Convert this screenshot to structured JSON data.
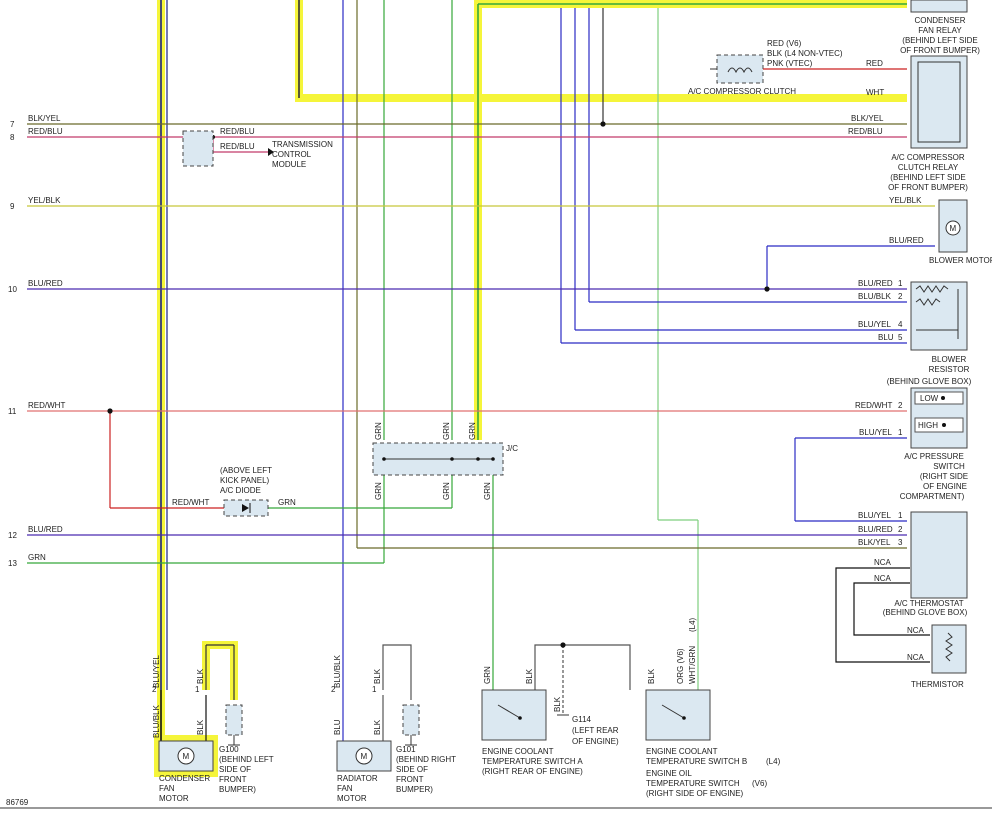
{
  "figure_id": "86769",
  "row_numbers": [
    "7",
    "8",
    "9",
    "10",
    "11",
    "12",
    "13"
  ],
  "left_wires": {
    "r7": "BLK/YEL",
    "r8": "RED/BLU",
    "r9": "YEL/BLK",
    "r10": "BLU/RED",
    "r11": "RED/WHT",
    "r12": "BLU/RED",
    "r13": "GRN"
  },
  "components": {
    "condenser_fan_relay": [
      "CONDENSER",
      "FAN RELAY",
      "(BEHIND LEFT SIDE",
      "OF FRONT BUMPER)"
    ],
    "ac_clutch": {
      "label": "A/C COMPRESSOR CLUTCH",
      "wires": [
        "RED  (V6)",
        "BLK  (L4 NON-VTEC)",
        "PNK  (VTEC)"
      ],
      "out_red": "RED",
      "out_wht": "WHT"
    },
    "ac_clutch_relay": {
      "label": [
        "A/C COMPRESSOR",
        "CLUTCH RELAY",
        "(BEHIND LEFT SIDE",
        "OF FRONT BUMPER)"
      ],
      "in1": "BLK/YEL",
      "in2": "RED/BLU"
    },
    "tcm": {
      "label": [
        "TRANSMISSION",
        "CONTROL",
        "MODULE"
      ],
      "w1": "RED/BLU",
      "w2": "RED/BLU"
    },
    "blower_motor": {
      "label": "BLOWER MOTOR",
      "w1": "YEL/BLK",
      "w2": "BLU/RED",
      "m": "M"
    },
    "blower_resistor": {
      "label": [
        "BLOWER",
        "RESISTOR",
        "(BEHIND GLOVE BOX)"
      ],
      "wires": [
        "BLU/RED",
        "BLU/BLK",
        "BLU/YEL",
        "BLU"
      ],
      "pins": [
        "1",
        "2",
        "4",
        "5"
      ]
    },
    "pressure_switch": {
      "label": [
        "A/C PRESSURE",
        "SWITCH",
        "(RIGHT SIDE",
        "OF ENGINE",
        "COMPARTMENT)"
      ],
      "low": "LOW",
      "high": "HIGH",
      "wires": [
        "RED/WHT",
        "BLU/YEL"
      ],
      "pins": [
        "2",
        "1"
      ]
    },
    "thermostat": {
      "label": [
        "A/C THERMOSTAT",
        "(BEHIND GLOVE BOX)"
      ],
      "wires": [
        "BLU/YEL",
        "BLU/RED",
        "BLK/YEL"
      ],
      "pins": [
        "1",
        "2",
        "3"
      ],
      "nca": [
        "NCA",
        "NCA"
      ]
    },
    "thermistor": {
      "label": "THERMISTOR",
      "nca": [
        "NCA",
        "NCA"
      ]
    },
    "jc": {
      "label": "J/C",
      "top": [
        "GRN",
        "GRN",
        "GRN"
      ],
      "bot": [
        "GRN",
        "GRN",
        "GRN"
      ]
    },
    "ac_diode": {
      "label": [
        "(ABOVE LEFT",
        "KICK PANEL)",
        "A/C DIODE"
      ],
      "in": "RED/WHT",
      "out": "GRN"
    },
    "condenser_fan_motor": {
      "label": [
        "CONDENSER",
        "FAN",
        "MOTOR"
      ],
      "w1": "BLU/YEL",
      "w2": "BLK",
      "w3": "BLU/BLK",
      "w4": "BLK",
      "p1": "2",
      "p2": "1",
      "m": "M",
      "ground": [
        "G100",
        "(BEHIND LEFT",
        "SIDE OF",
        "FRONT",
        "BUMPER)"
      ]
    },
    "radiator_fan_motor": {
      "label": [
        "RADIATOR",
        "FAN",
        "MOTOR"
      ],
      "w1": "BLU/BLK",
      "w2": "BLK",
      "w3": "BLU",
      "w4": "BLK",
      "p1": "2",
      "p2": "1",
      "m": "M",
      "ground": [
        "G101",
        "(BEHIND RIGHT",
        "SIDE OF",
        "FRONT",
        "BUMPER)"
      ]
    },
    "ect_switch_a": {
      "label": [
        "ENGINE COOLANT",
        "TEMPERATURE SWITCH A",
        "(RIGHT REAR OF ENGINE)"
      ],
      "w1": "GRN",
      "w2": "BLK",
      "w3": "BLK",
      "ground": [
        "G114",
        "(LEFT REAR",
        "OF ENGINE)"
      ]
    },
    "ect_switch_b": {
      "label1": "ENGINE COOLANT",
      "label2": "TEMPERATURE SWITCH B",
      "l4": "(L4)",
      "label3": "ENGINE OIL",
      "label4": "TEMPERATURE SWITCH",
      "v6": "(V6)",
      "label5": "(RIGHT SIDE OF ENGINE)",
      "w1": "BLK",
      "w2": "ORG  (V6)",
      "w3": "WHT/GRN",
      "w3b": "(L4)"
    }
  }
}
